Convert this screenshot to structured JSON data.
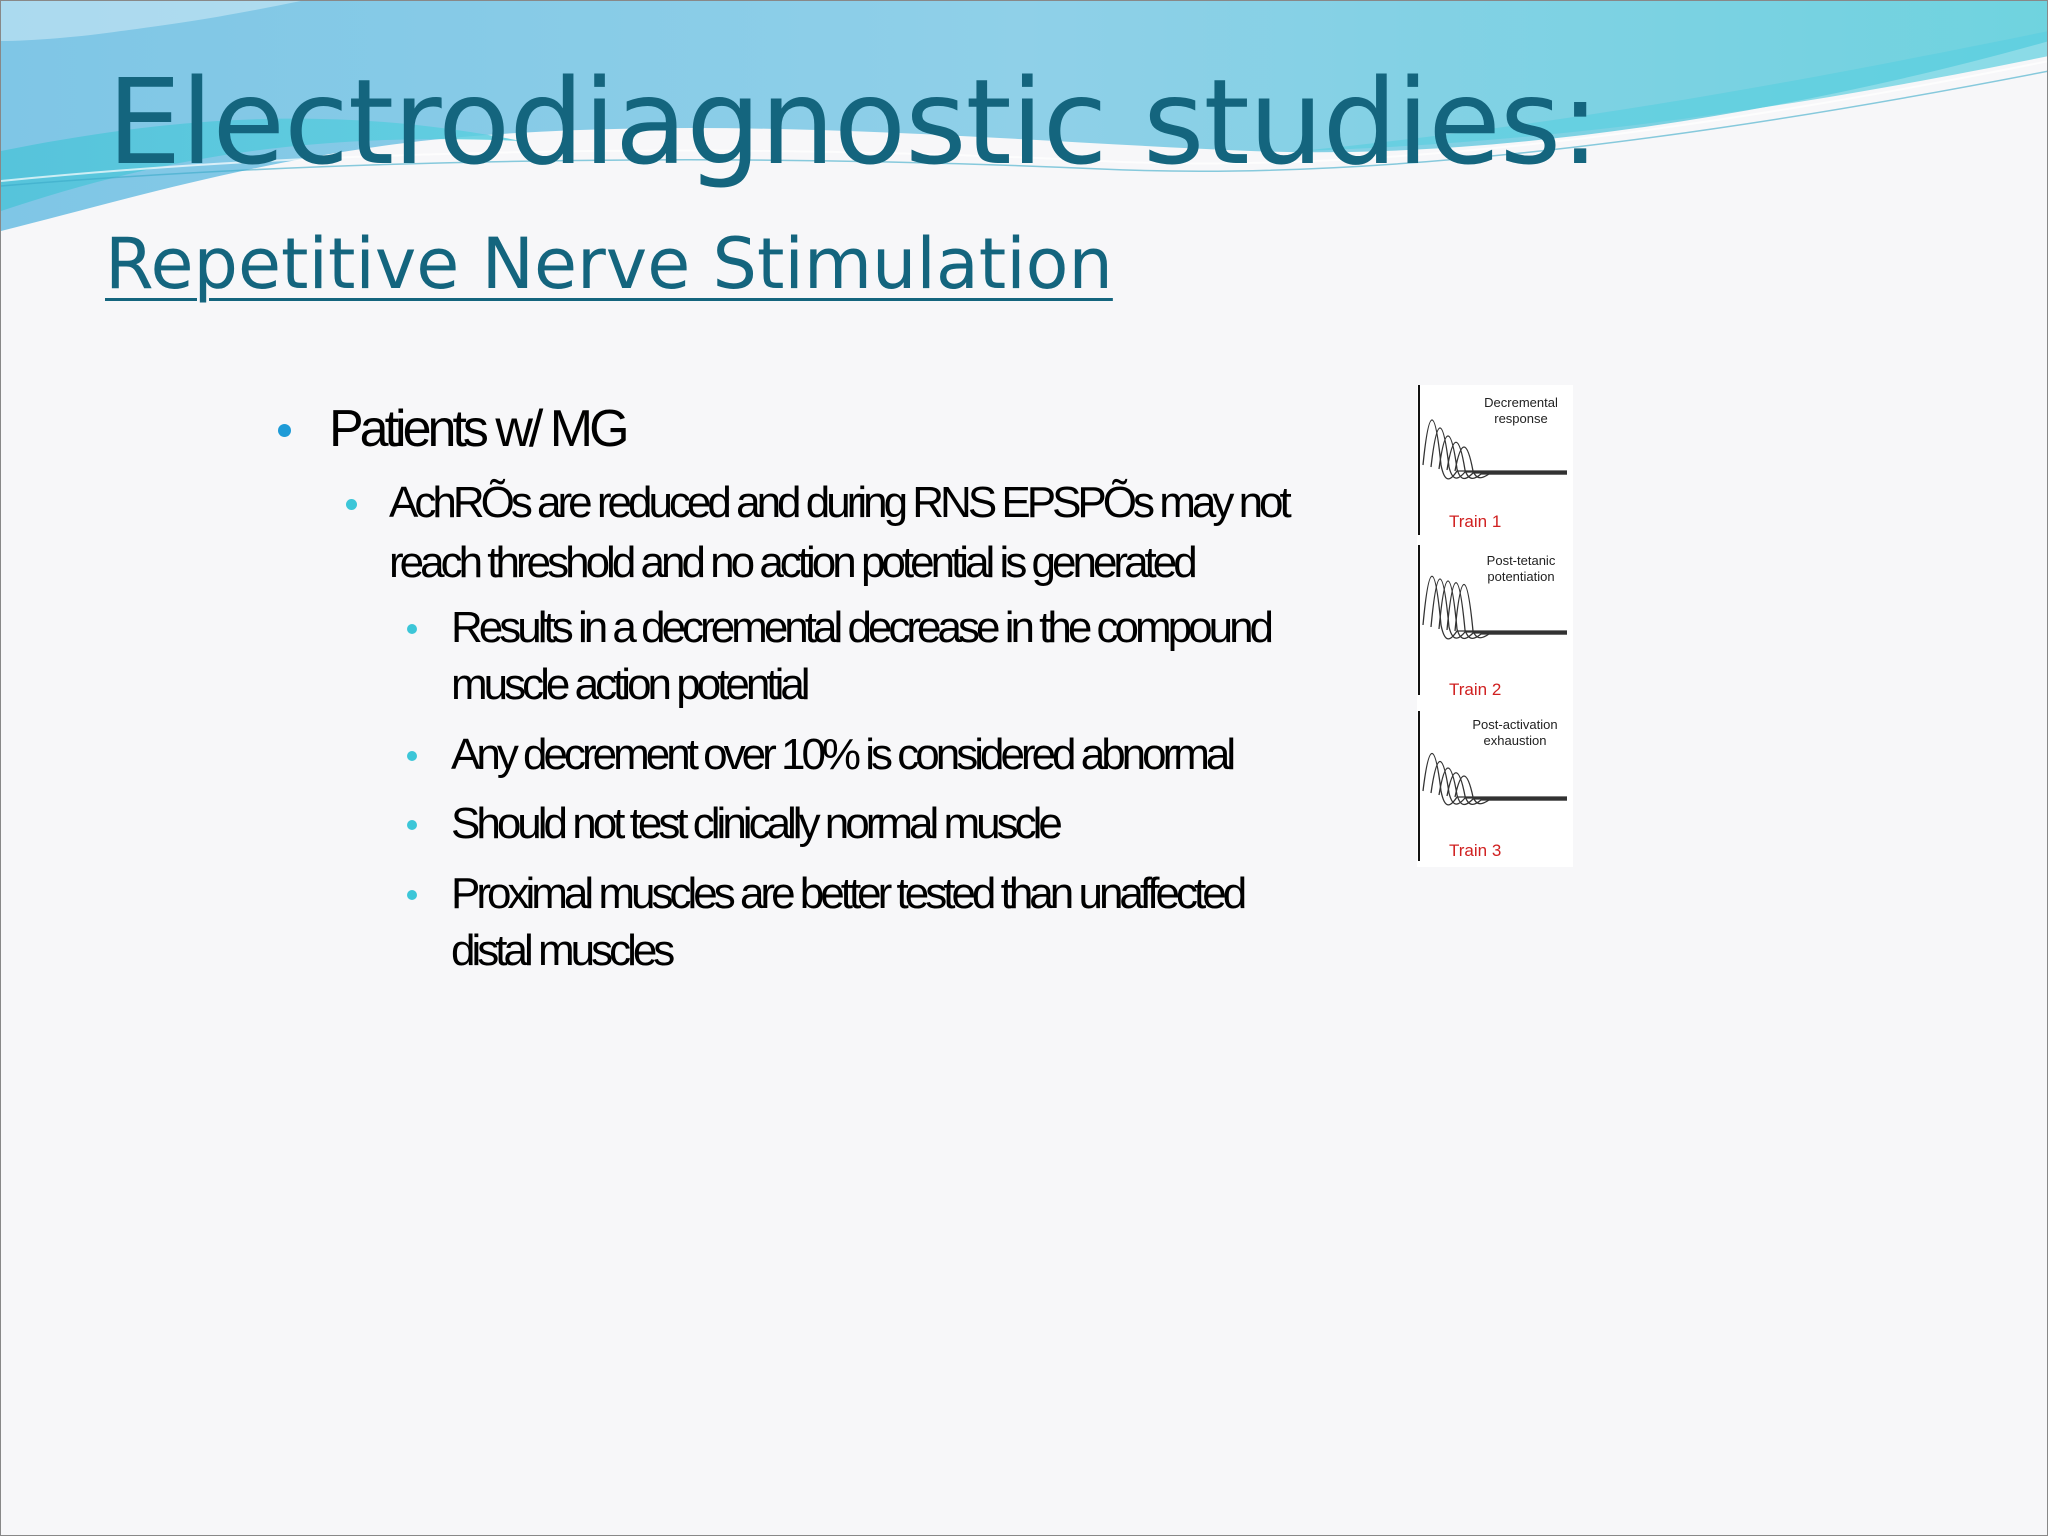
{
  "slide": {
    "title": "Electrodiagnostic studies:",
    "subtitle": "Repetitive Nerve Stimulation",
    "bullets": {
      "b1": "Patients w/ MG",
      "b2_line1": "AchRÕs are reduced and during RNS EPSPÕs may not",
      "b2_line2": "reach threshold and no action potential is generated",
      "b3_line1": "Results in a decremental decrease in the compound",
      "b3_line2": "muscle action potential",
      "b4": "Any decrement over 10% is considered abnormal",
      "b5": "Should not test clinically normal muscle",
      "b6_line1": "Proximal muscles are better tested than unaffected",
      "b6_line2": "distal muscles"
    },
    "figure": {
      "panel1_caption_line1": "Decremental",
      "panel1_caption_line2": "response",
      "panel1_train": "Train 1",
      "panel2_caption_line1": "Post-tetanic",
      "panel2_caption_line2": "potentiation",
      "panel2_train": "Train 2",
      "panel3_caption_line1": "Post-activation",
      "panel3_caption_line2": "exhaustion",
      "panel3_train": "Train 3"
    },
    "colors": {
      "title": "#14657e",
      "bullet_level1": "#1e9bd7",
      "bullet_level2": "#3cc6d8",
      "train_label": "#d02020"
    }
  }
}
